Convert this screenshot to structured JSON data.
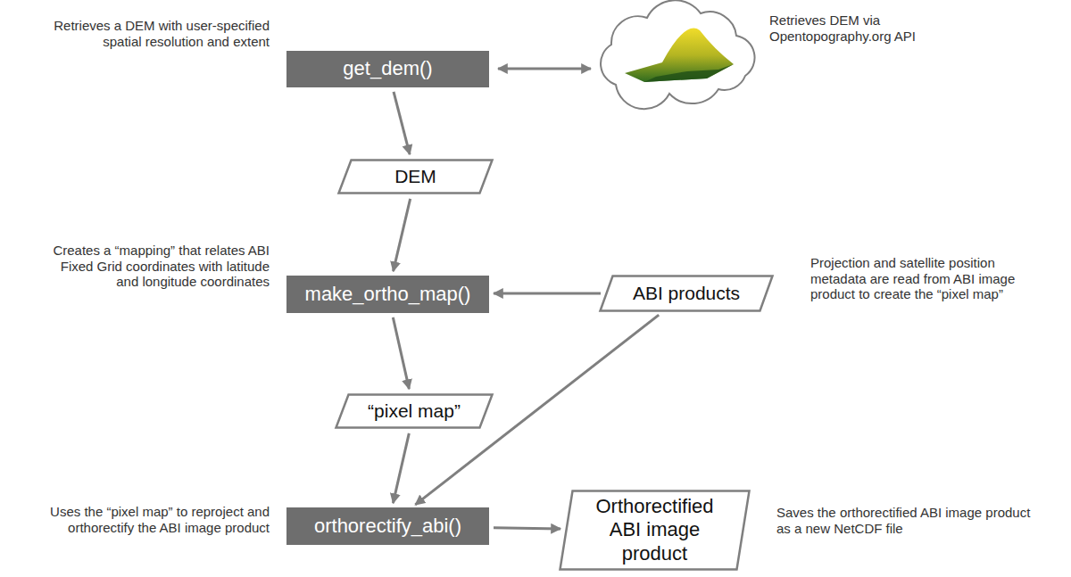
{
  "diagram": {
    "nodes": [
      {
        "text": [
          "get_dem()"
        ]
      },
      {
        "text": [
          "DEM"
        ]
      },
      {
        "text": [
          "make_ortho_map()"
        ]
      },
      {
        "text": [
          "ABI products"
        ]
      },
      {
        "text": [
          "“pixel map”"
        ]
      },
      {
        "text": [
          "orthorectify_abi()"
        ]
      },
      {
        "text": [
          "Orthorectified ABI image product"
        ]
      }
    ],
    "edges": [
      {
        "from": 0,
        "to": 1,
        "arrow": "to"
      },
      {
        "from": 1,
        "to": 2,
        "arrow": "to"
      },
      {
        "from": 3,
        "to": 2,
        "arrow": "to"
      },
      {
        "from": 2,
        "to": 4,
        "arrow": "to"
      },
      {
        "from": 4,
        "to": 5,
        "arrow": "to"
      },
      {
        "from": 3,
        "to": 5,
        "arrow": "to"
      },
      {
        "from": 5,
        "to": 6,
        "arrow": "to"
      }
    ],
    "labels": [
      "Retrieves a DEM with user-specified spatial resolution and extent",
      "Retrieves DEM via Opentopography.org API",
      "Creates a “mapping” that relates ABI Fixed Grid coordinates with latitude and longitude coordinates",
      "Projection and satellite position metadata are read from ABI image product to create the “pixel map”",
      "Uses the “pixel map” to reproject and orthorectify the ABI image product",
      "Saves the orthorectified ABI image product as a new NetCDF file"
    ]
  }
}
